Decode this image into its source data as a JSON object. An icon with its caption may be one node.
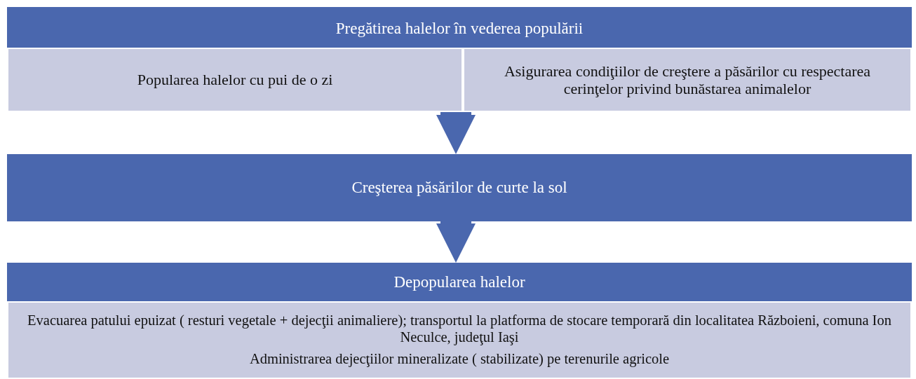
{
  "diagram": {
    "nodes": [
      {
        "text": [
          "Pregătirea halelor în vederea populării"
        ]
      },
      {
        "text": [
          "Popularea halelor cu pui de o zi"
        ],
        "in": 0
      },
      {
        "text": [
          "Asigurarea condiţiilor de creştere a păsărilor cu respectarea cerinţelor  privind bunăstarea animalelor"
        ],
        "in": 0
      },
      {
        "text": [
          "Creşterea păsărilor de curte la sol"
        ]
      },
      {
        "text": [
          "Depopularea halelor"
        ]
      },
      {
        "text": [
          "Evacuarea patului epuizat ( resturi vegetale + dejecţii animaliere); transportul la platforma de stocare temporară din localitatea Războieni, comuna Ion Neculce, judeţul Iaşi",
          "Administrarea dejecţiilor mineralizate ( stabilizate) pe terenurile agricole"
        ],
        "in": 4
      }
    ],
    "edges": [
      {
        "from": 0,
        "to": 3,
        "arrow": "to"
      },
      {
        "from": 3,
        "to": 4,
        "arrow": "to"
      }
    ]
  }
}
